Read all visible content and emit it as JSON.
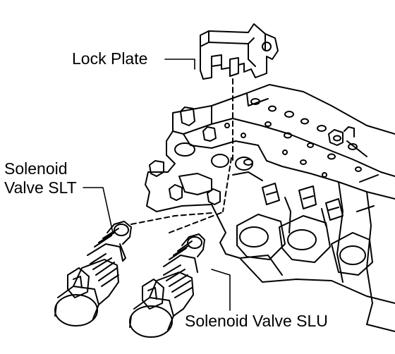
{
  "diagram": {
    "labels": {
      "lock_plate": "Lock Plate",
      "slt_line1": "Solenoid",
      "slt_line2": "Valve SLT",
      "slu": "Solenoid Valve SLU"
    },
    "colors": {
      "ink": "#000000",
      "paper": "#ffffff"
    }
  }
}
